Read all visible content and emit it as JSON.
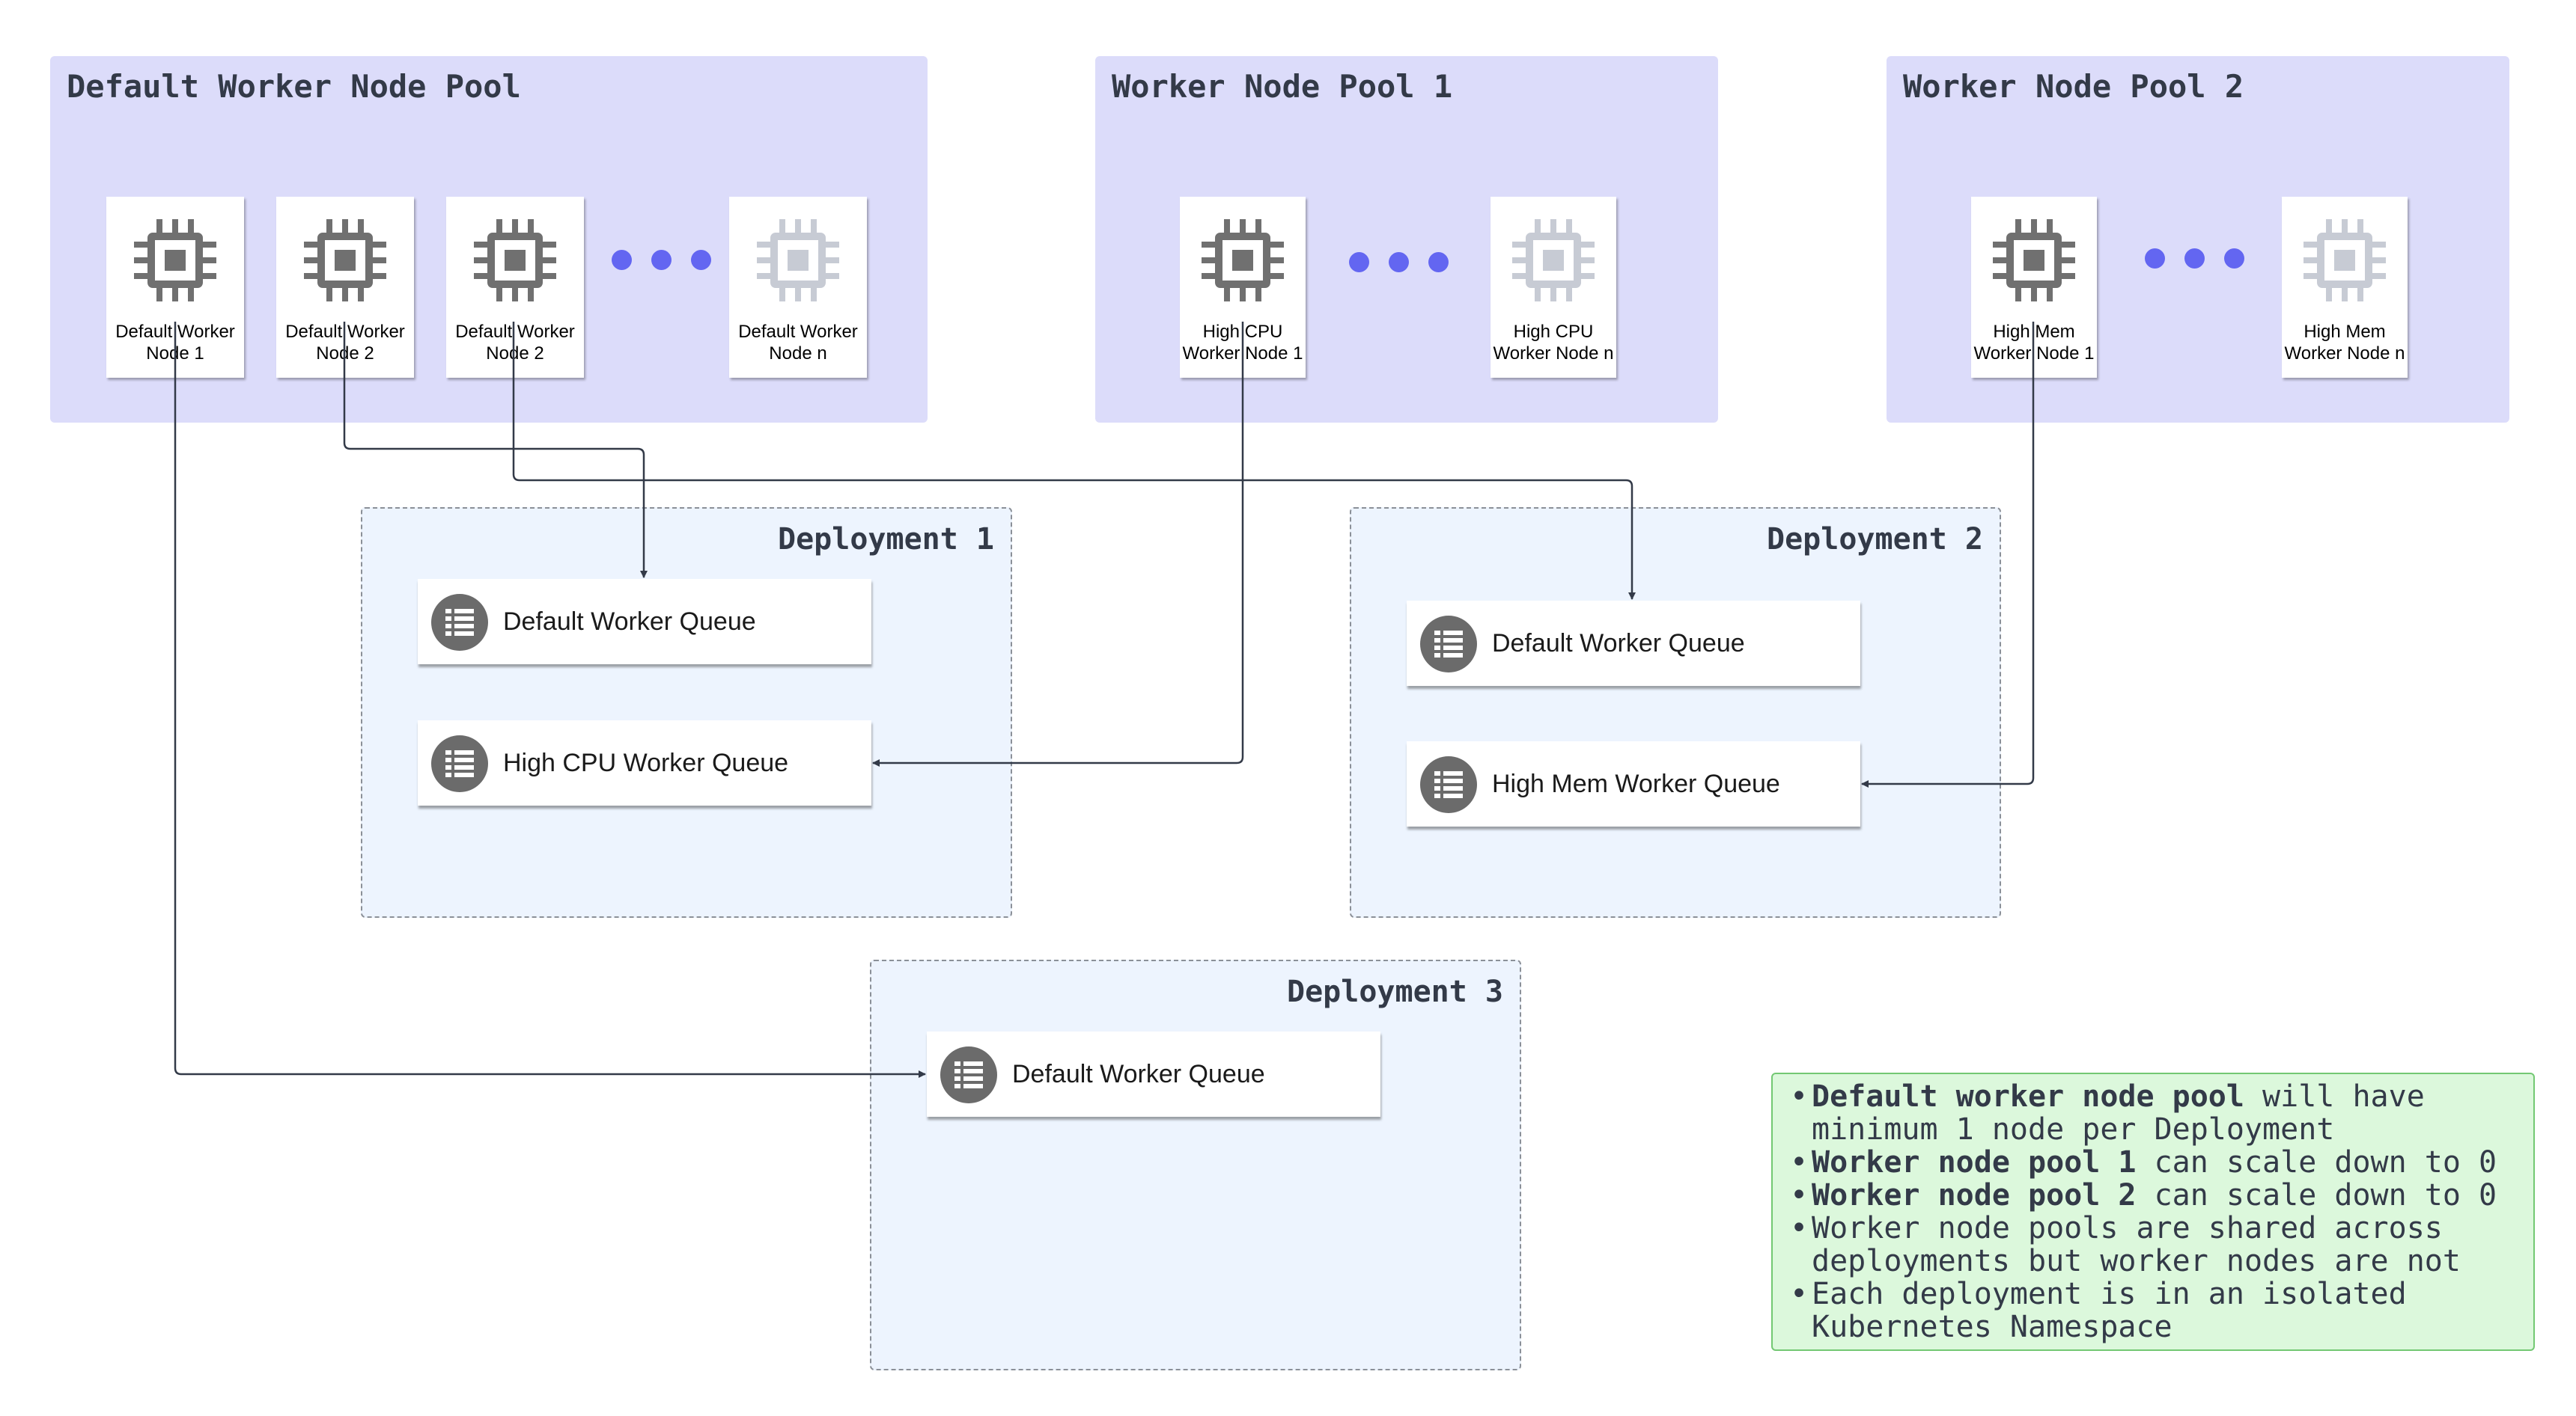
{
  "pools": [
    {
      "title": "Default Worker Node Pool",
      "nodes": [
        "Default Worker\nNode 1",
        "Default Worker\nNode 2",
        "Default Worker\nNode 2"
      ],
      "last_node": "Default Worker\nNode n"
    },
    {
      "title": "Worker Node Pool 1",
      "nodes": [
        "High CPU\nWorker Node 1"
      ],
      "last_node": "High CPU\nWorker Node n"
    },
    {
      "title": "Worker Node Pool 2",
      "nodes": [
        "High Mem\nWorker Node 1"
      ],
      "last_node": "High Mem\nWorker Node n"
    }
  ],
  "deployments": [
    {
      "title": "Deployment 1",
      "queues": [
        "Default Worker Queue",
        "High CPU Worker Queue"
      ]
    },
    {
      "title": "Deployment 2",
      "queues": [
        "Default Worker Queue",
        "High Mem Worker Queue"
      ]
    },
    {
      "title": "Deployment 3",
      "queues": [
        "Default Worker Queue"
      ]
    }
  ],
  "notes": [
    {
      "bold": "Default worker node pool",
      "text": " will have\nminimum 1 node per Deployment"
    },
    {
      "bold": "Worker node pool 1",
      "text": " can scale down to 0"
    },
    {
      "bold": "Worker node pool 2",
      "text": " can scale down to 0"
    },
    {
      "bold": "",
      "text": "Worker node pools are shared across\ndeployments but worker nodes are not"
    },
    {
      "bold": "",
      "text": "Each deployment is in an isolated\nKubernetes Namespace"
    }
  ],
  "colors": {
    "pool_bg": "#dcdcfa",
    "deployment_bg": "#edf4fe",
    "notes_bg": "#dcf8dc",
    "dot": "#6366f1",
    "chip_active": "#707070",
    "chip_inactive": "#c7cbd4",
    "connector": "#333a48"
  },
  "icons": {
    "node": "cpu-chip-icon",
    "queue": "list-icon"
  }
}
